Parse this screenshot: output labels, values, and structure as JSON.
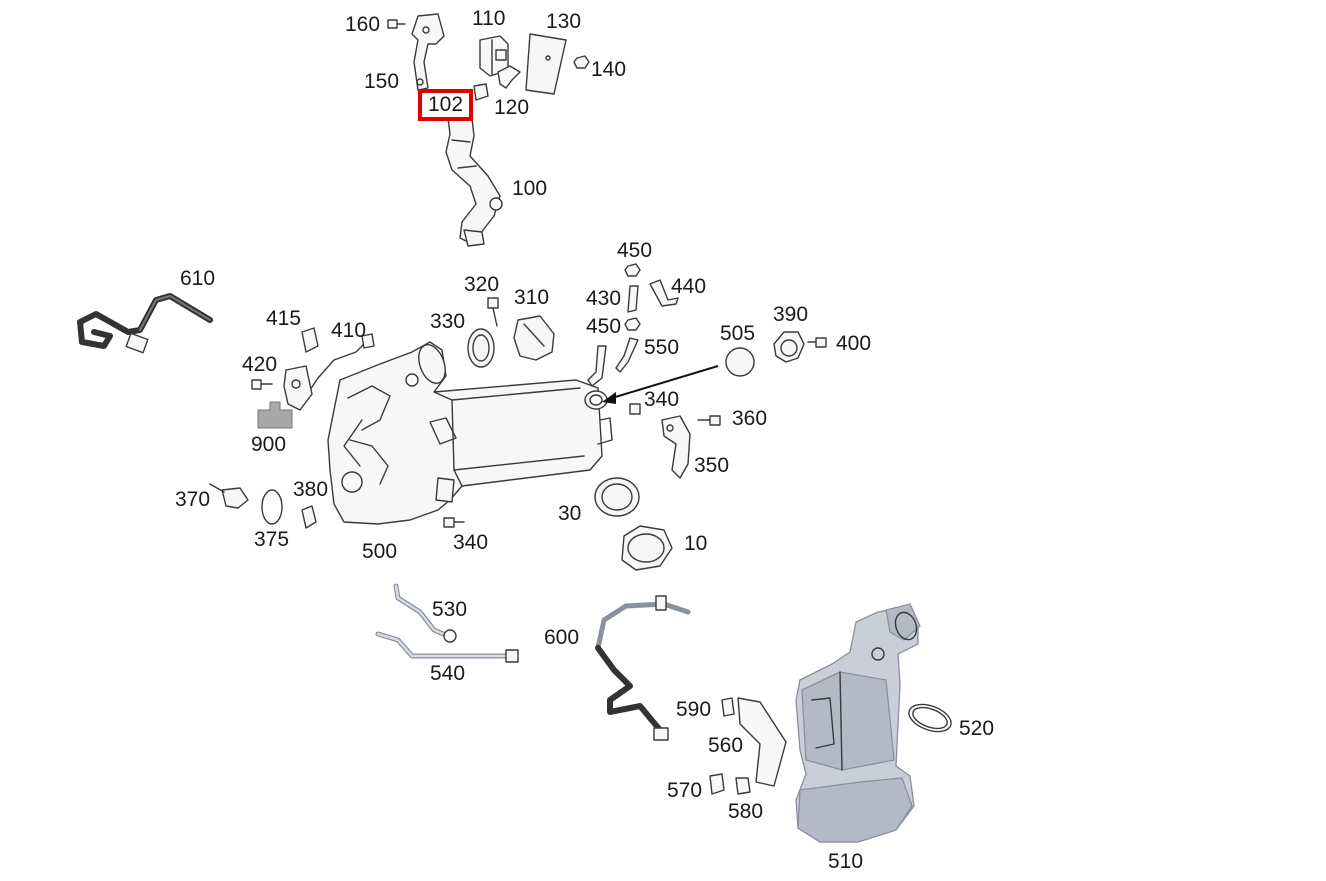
{
  "labels": {
    "p10": "10",
    "p30": "30",
    "p100": "100",
    "p102": "102",
    "p110": "110",
    "p120": "120",
    "p130": "130",
    "p140": "140",
    "p150": "150",
    "p160": "160",
    "p310": "310",
    "p320": "320",
    "p330": "330",
    "p340a": "340",
    "p340b": "340",
    "p350": "350",
    "p360": "360",
    "p370": "370",
    "p375": "375",
    "p380": "380",
    "p390": "390",
    "p400": "400",
    "p410": "410",
    "p415": "415",
    "p420": "420",
    "p430": "430",
    "p440": "440",
    "p450a": "450",
    "p450b": "450",
    "p500": "500",
    "p505": "505",
    "p510": "510",
    "p520": "520",
    "p530": "530",
    "p540": "540",
    "p550": "550",
    "p560": "560",
    "p570": "570",
    "p580": "580",
    "p590": "590",
    "p600": "600",
    "p610": "610",
    "p900": "900"
  },
  "highlight": {
    "part": "102",
    "color": "#e00000"
  },
  "colors": {
    "line_art": "#3a3a3a",
    "catalyst_fill": "#c9ced8"
  }
}
